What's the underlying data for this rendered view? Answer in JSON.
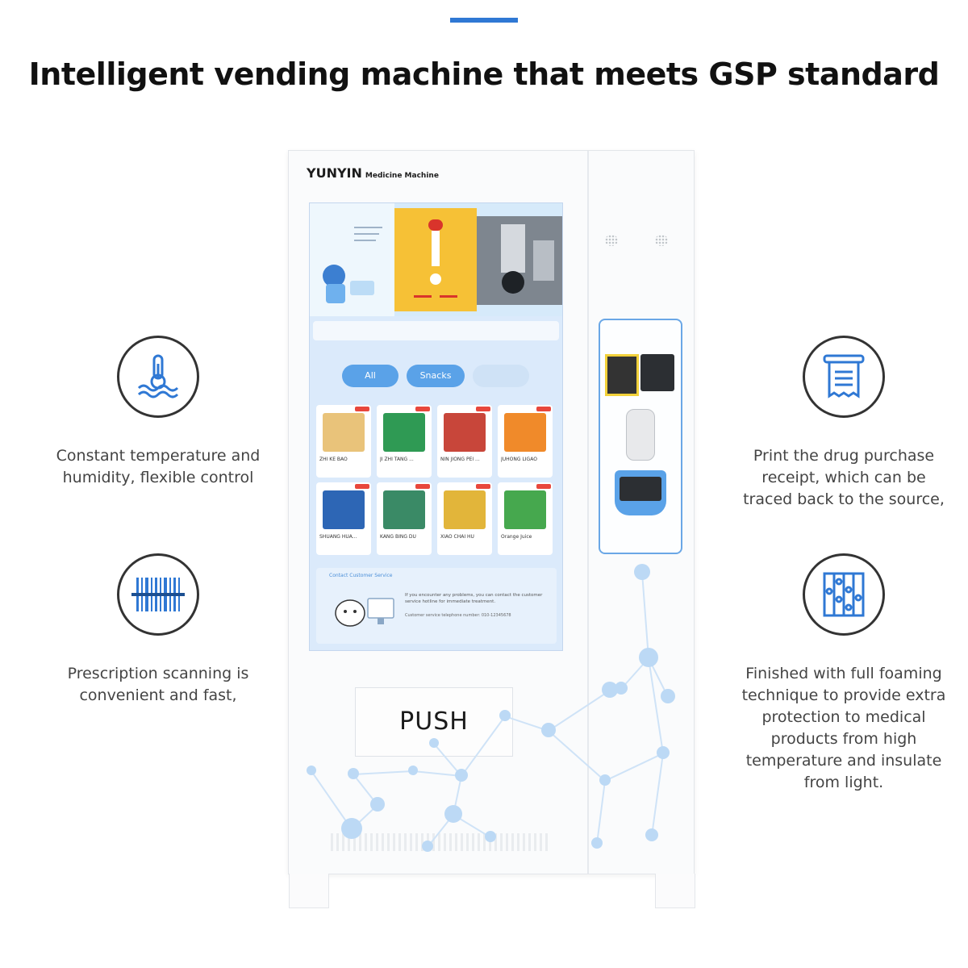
{
  "headline": "Intelligent vending machine that meets GSP standard",
  "accent_color": "#2f78d4",
  "features": {
    "temperature": {
      "icon": "thermometer-water-icon",
      "text": "Constant temperature and humidity, flexible control"
    },
    "scanning": {
      "icon": "barcode-scan-icon",
      "text": "Prescription scanning is convenient and fast,"
    },
    "receipt": {
      "icon": "receipt-icon",
      "text": "Print the drug purchase receipt, which can be traced back to the source,"
    },
    "foaming": {
      "icon": "insulation-panel-icon",
      "text": "Finished with full foaming technique to provide extra protection to medical products from high temperature and insulate from light."
    }
  },
  "machine": {
    "brand": "YUNYIN",
    "brand_sub": "Medicine Machine",
    "push_label": "PUSH",
    "screen": {
      "categories": [
        "All",
        "Snacks"
      ],
      "products": [
        {
          "name": "ZHI KE BAO",
          "color": "#e9c37a"
        },
        {
          "name": "JI ZHI TANG ...",
          "color": "#2f9a54"
        },
        {
          "name": "NIN JIONG PEI ...",
          "color": "#c8463a"
        },
        {
          "name": "JUHONG LIGAO",
          "color": "#f08a2a"
        },
        {
          "name": "SHUANG HUA...",
          "color": "#2d66b5"
        },
        {
          "name": "KANG BING DU",
          "color": "#3a8a66"
        },
        {
          "name": "XIAO CHAI HU",
          "color": "#e2b53a"
        },
        {
          "name": "Orange Juice",
          "color": "#46a84e"
        }
      ],
      "support_label": "Contact Customer Service",
      "support_msg": "If you encounter any problems, you can contact the customer service hotline for immediate treatment.",
      "support_phone": "Customer service telephone number: 010-12345678"
    }
  }
}
